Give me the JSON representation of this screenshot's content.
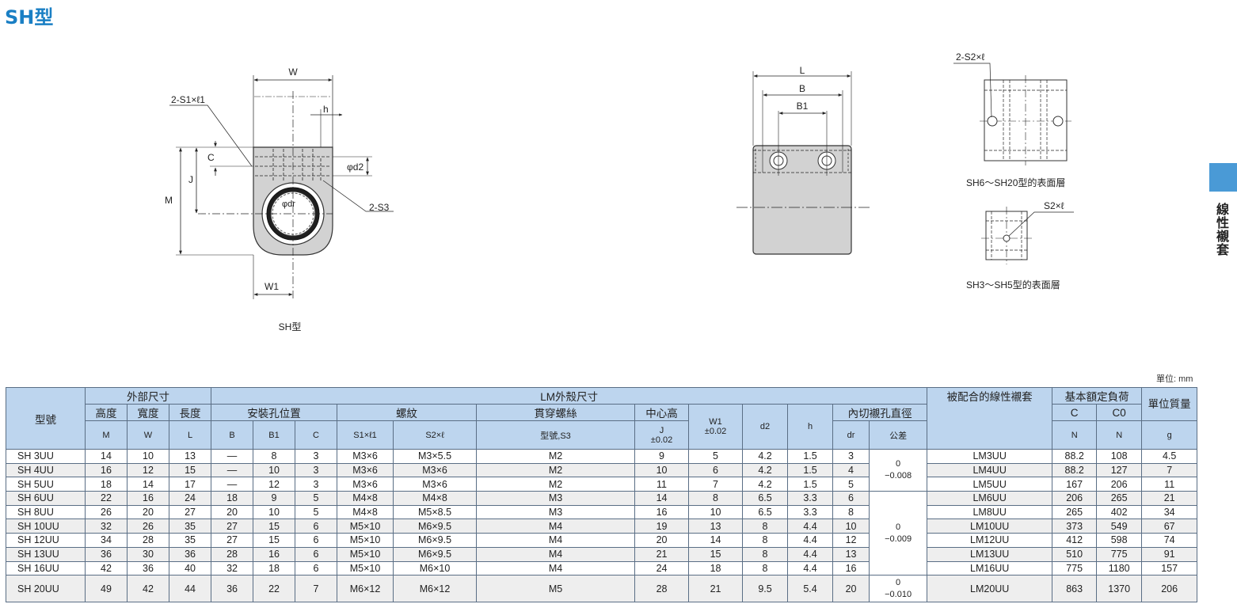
{
  "page_title": "SH型",
  "side_tab": {
    "label": "線性襯套"
  },
  "unit_label": "單位: mm",
  "drawing": {
    "front_caption": "SH型",
    "front_labels": {
      "w": "W",
      "s1": "2-S1×ℓ1",
      "h": "h",
      "c": "C",
      "j": "J",
      "m": "M",
      "d2": "φd2",
      "dr": "φdr",
      "s3": "2-S3",
      "w1": "W1"
    },
    "side_labels": {
      "l": "L",
      "b": "B",
      "b1": "B1"
    },
    "top_labels": {
      "s2_top": "2-S2×ℓ",
      "caption_top": "SH6～SH20型的表面層",
      "s2_small": "S2×ℓ",
      "caption_small": "SH3～SH5型的表面層"
    }
  },
  "table": {
    "headers": {
      "model": "型號",
      "outer": "外部尺寸",
      "m_name": "高度",
      "w_name": "寬度",
      "l_name": "長度",
      "m_sym": "M",
      "w_sym": "W",
      "l_sym": "L",
      "lm_group": "LM外殼尺寸",
      "mount": "安裝孔位置",
      "thread": "螺紋",
      "through": "貫穿螺絲",
      "through_sym": "型號,S3",
      "b_sym": "B",
      "b1_sym": "B1",
      "c_sym": "C",
      "s1_sym": "S1×ℓ1",
      "s2_sym": "S2×ℓ",
      "center": "中心高",
      "j_sym": "J",
      "j_tol": "±0.02",
      "w1_sym": "W1",
      "w1_tol": "±0.02",
      "d2_sym": "d2",
      "h_sym": "h",
      "bore": "內切襯孔直徑",
      "dr_sym": "dr",
      "tol": "公差",
      "bushing": "被配合的線性襯套",
      "load": "基本額定負荷",
      "c_load": "C",
      "c0_load": "C0",
      "n1": "N",
      "n2": "N",
      "mass": "單位質量",
      "g": "g"
    },
    "tolerances": [
      {
        "top": "0",
        "bottom": "−0.008"
      },
      {
        "top": "0",
        "bottom": "−0.009"
      },
      {
        "top": "0",
        "bottom": "−0.010"
      }
    ],
    "rows": [
      {
        "model": "SH 3UU",
        "M": "14",
        "W": "10",
        "L": "13",
        "B": "—",
        "B1": "8",
        "C": "3",
        "S1": "M3×6",
        "S2": "M3×5.5",
        "S3": "M2",
        "J": "9",
        "W1": "5",
        "d2": "4.2",
        "h": "1.5",
        "dr": "3",
        "lm": "LM3UU",
        "Cd": "88.2",
        "C0": "108",
        "g": "4.5"
      },
      {
        "model": "SH 4UU",
        "M": "16",
        "W": "12",
        "L": "15",
        "B": "—",
        "B1": "10",
        "C": "3",
        "S1": "M3×6",
        "S2": "M3×6",
        "S3": "M2",
        "J": "10",
        "W1": "6",
        "d2": "4.2",
        "h": "1.5",
        "dr": "4",
        "lm": "LM4UU",
        "Cd": "88.2",
        "C0": "127",
        "g": "7"
      },
      {
        "model": "SH 5UU",
        "M": "18",
        "W": "14",
        "L": "17",
        "B": "—",
        "B1": "12",
        "C": "3",
        "S1": "M3×6",
        "S2": "M3×6",
        "S3": "M2",
        "J": "11",
        "W1": "7",
        "d2": "4.2",
        "h": "1.5",
        "dr": "5",
        "lm": "LM5UU",
        "Cd": "167",
        "C0": "206",
        "g": "11"
      },
      {
        "model": "SH 6UU",
        "M": "22",
        "W": "16",
        "L": "24",
        "B": "18",
        "B1": "9",
        "C": "5",
        "S1": "M4×8",
        "S2": "M4×8",
        "S3": "M3",
        "J": "14",
        "W1": "8",
        "d2": "6.5",
        "h": "3.3",
        "dr": "6",
        "lm": "LM6UU",
        "Cd": "206",
        "C0": "265",
        "g": "21"
      },
      {
        "model": "SH 8UU",
        "M": "26",
        "W": "20",
        "L": "27",
        "B": "20",
        "B1": "10",
        "C": "5",
        "S1": "M4×8",
        "S2": "M5×8.5",
        "S3": "M3",
        "J": "16",
        "W1": "10",
        "d2": "6.5",
        "h": "3.3",
        "dr": "8",
        "lm": "LM8UU",
        "Cd": "265",
        "C0": "402",
        "g": "34"
      },
      {
        "model": "SH 10UU",
        "M": "32",
        "W": "26",
        "L": "35",
        "B": "27",
        "B1": "15",
        "C": "6",
        "S1": "M5×10",
        "S2": "M6×9.5",
        "S3": "M4",
        "J": "19",
        "W1": "13",
        "d2": "8",
        "h": "4.4",
        "dr": "10",
        "lm": "LM10UU",
        "Cd": "373",
        "C0": "549",
        "g": "67"
      },
      {
        "model": "SH 12UU",
        "M": "34",
        "W": "28",
        "L": "35",
        "B": "27",
        "B1": "15",
        "C": "6",
        "S1": "M5×10",
        "S2": "M6×9.5",
        "S3": "M4",
        "J": "20",
        "W1": "14",
        "d2": "8",
        "h": "4.4",
        "dr": "12",
        "lm": "LM12UU",
        "Cd": "412",
        "C0": "598",
        "g": "74"
      },
      {
        "model": "SH 13UU",
        "M": "36",
        "W": "30",
        "L": "36",
        "B": "28",
        "B1": "16",
        "C": "6",
        "S1": "M5×10",
        "S2": "M6×9.5",
        "S3": "M4",
        "J": "21",
        "W1": "15",
        "d2": "8",
        "h": "4.4",
        "dr": "13",
        "lm": "LM13UU",
        "Cd": "510",
        "C0": "775",
        "g": "91"
      },
      {
        "model": "SH 16UU",
        "M": "42",
        "W": "36",
        "L": "40",
        "B": "32",
        "B1": "18",
        "C": "6",
        "S1": "M5×10",
        "S2": "M6×10",
        "S3": "M4",
        "J": "24",
        "W1": "18",
        "d2": "8",
        "h": "4.4",
        "dr": "16",
        "lm": "LM16UU",
        "Cd": "775",
        "C0": "1180",
        "g": "157"
      },
      {
        "model": "SH 20UU",
        "M": "49",
        "W": "42",
        "L": "44",
        "B": "36",
        "B1": "22",
        "C": "7",
        "S1": "M6×12",
        "S2": "M6×12",
        "S3": "M5",
        "J": "28",
        "W1": "21",
        "d2": "9.5",
        "h": "5.4",
        "dr": "20",
        "lm": "LM20UU",
        "Cd": "863",
        "C0": "1370",
        "g": "206"
      }
    ]
  }
}
